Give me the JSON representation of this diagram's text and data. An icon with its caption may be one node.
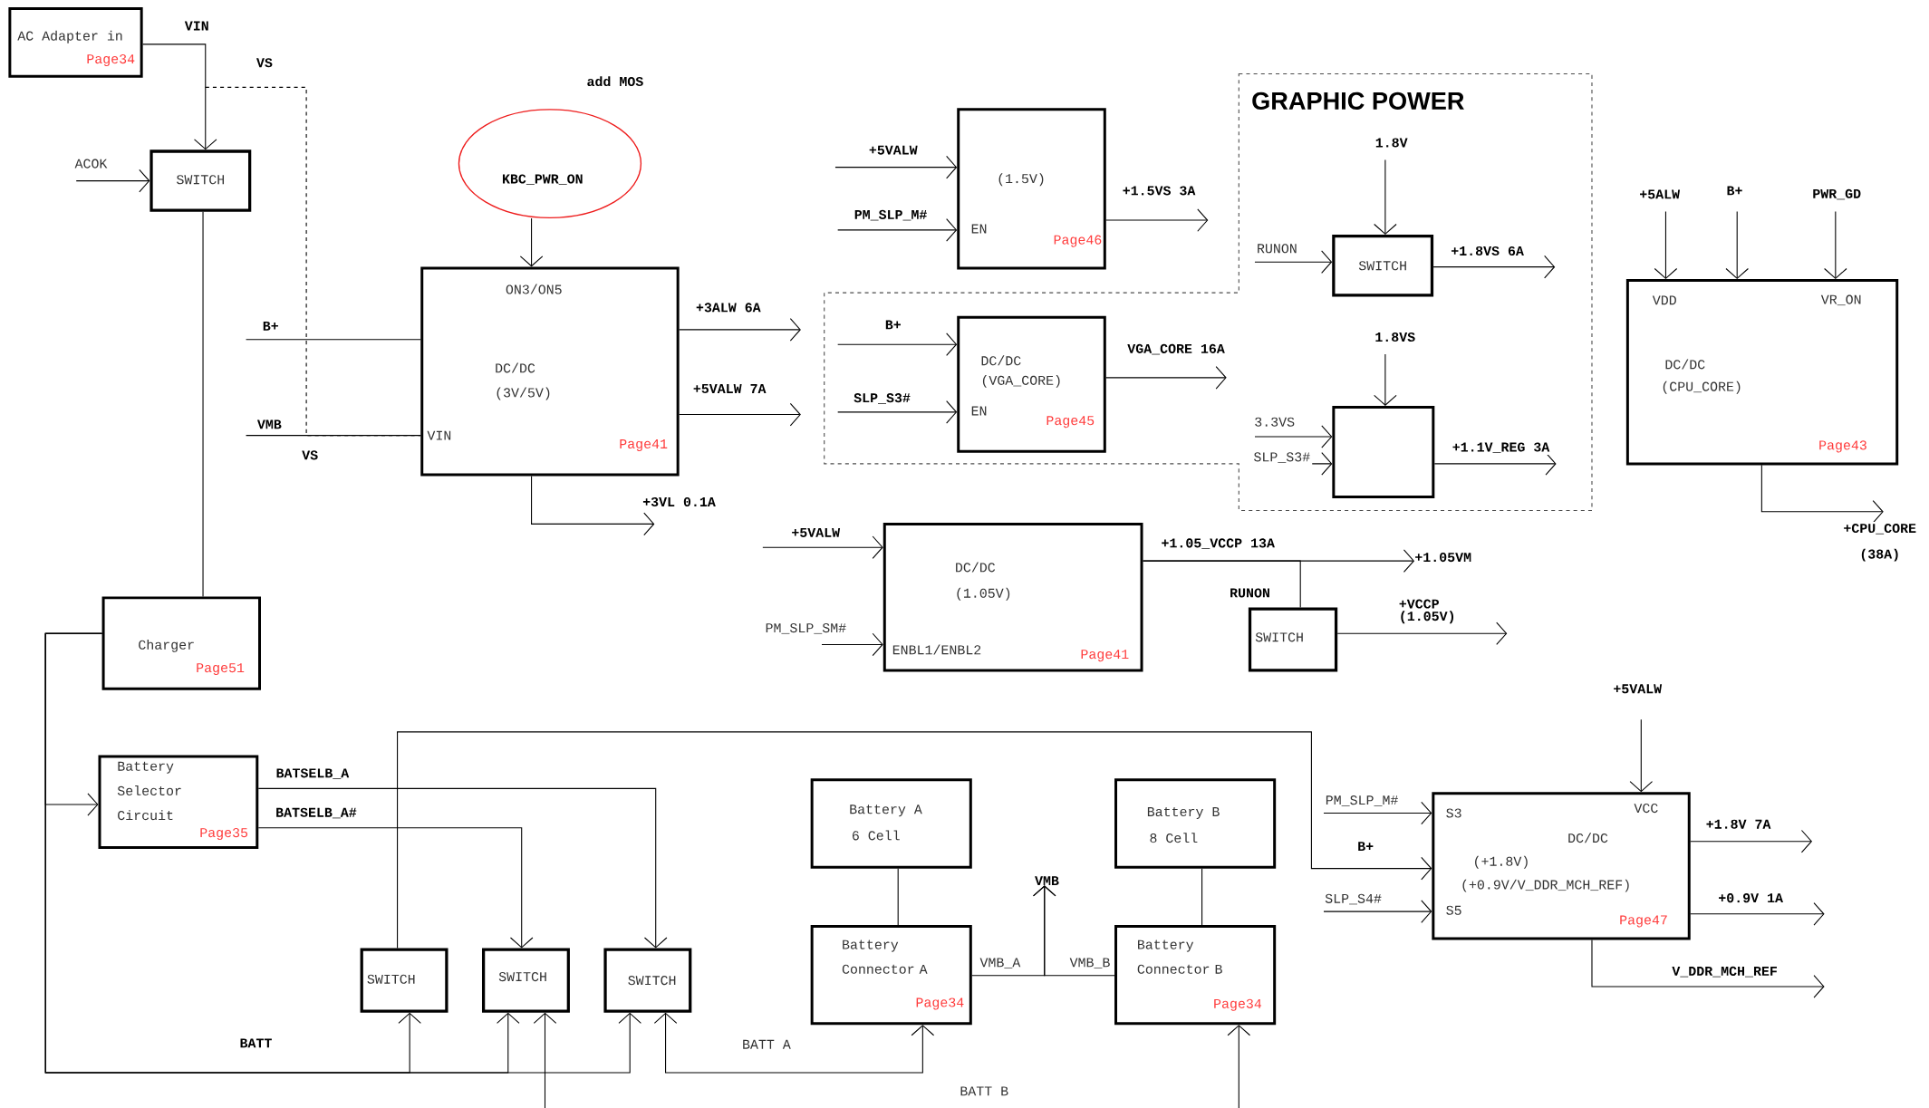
{
  "diagram": {
    "nodes": [
      {
        "text": [
          "AC Adapter in",
          "Page34"
        ]
      },
      {
        "text": [
          "SWITCH"
        ]
      },
      {
        "text": [
          "KBC_PWR_ON"
        ],
        "beside": [
          "add MOS"
        ]
      },
      {
        "text": [
          "ON3/ON5",
          "DC/DC",
          "(3V/5V)",
          "VIN",
          "Page41"
        ]
      },
      {
        "text": [
          "(1.5V)",
          "EN",
          "Page46"
        ]
      },
      {
        "text": [
          "GRAPHIC POWER"
        ]
      },
      {
        "text": [
          "DC/DC",
          "(VGA_CORE)",
          "EN",
          "Page45"
        ],
        "in": 5
      },
      {
        "text": [
          "SWITCH"
        ],
        "in": 5
      },
      {
        "text": [],
        "shape": "box",
        "in": 5
      },
      {
        "text": [
          "VDD",
          "VR_ON",
          "DC/DC",
          "(CPU_CORE)",
          "Page43"
        ]
      },
      {
        "text": [
          "DC/DC",
          "(1.05V)",
          "ENBL1/ENBL2",
          "Page41"
        ]
      },
      {
        "text": [
          "SWITCH"
        ],
        "beside": [
          "RUNON"
        ]
      },
      {
        "text": [
          "Charger",
          "Page51"
        ]
      },
      {
        "text": [
          "Battery Selector Circuit",
          "Page35"
        ]
      },
      {
        "text": [
          "Battery A",
          "6 Cell"
        ]
      },
      {
        "text": [
          "Battery B",
          "8 Cell"
        ]
      },
      {
        "text": [
          "S3",
          "VCC",
          "DC/DC",
          "(+1.8V)",
          "(+0.9V/V_DDR_MCH_REF)",
          "S5",
          "Page47"
        ]
      },
      {
        "text": [
          "SWITCH"
        ]
      },
      {
        "text": [
          "SWITCH"
        ]
      },
      {
        "text": [
          "SWITCH"
        ]
      },
      {
        "text": [
          "Battery Connector A",
          "Page34"
        ]
      },
      {
        "text": [
          "Battery Connector B",
          "Page34"
        ]
      },
      {
        "text": [
          "+1.05VM"
        ]
      },
      {
        "text": [
          "VMB"
        ]
      }
    ],
    "edges": [
      {
        "from": 0,
        "to": 1,
        "arrow": "to",
        "label": "VIN"
      },
      {
        "from": null,
        "to": 3,
        "arrow": "none",
        "style": "dashed",
        "label": "VS"
      },
      {
        "from": null,
        "to": 1,
        "arrow": "to",
        "label": "ACOK"
      },
      {
        "from": 1,
        "to": 12,
        "arrow": "none"
      },
      {
        "from": null,
        "to": 3,
        "arrow": "none",
        "label": "B+"
      },
      {
        "from": null,
        "to": 3,
        "arrow": "none",
        "label": "VMB"
      },
      {
        "from": 2,
        "to": 3,
        "arrow": "to"
      },
      {
        "from": 3,
        "to": null,
        "arrow": "to",
        "label": "+3ALW 6A"
      },
      {
        "from": 3,
        "to": null,
        "arrow": "to",
        "label": "+5VALW 7A"
      },
      {
        "from": 3,
        "to": null,
        "arrow": "to",
        "label": "+3VL 0.1A"
      },
      {
        "from": null,
        "to": 4,
        "arrow": "to",
        "label": "+5VALW"
      },
      {
        "from": null,
        "to": 4,
        "arrow": "to",
        "label": "PM_SLP_M#"
      },
      {
        "from": 4,
        "to": null,
        "arrow": "to",
        "label": "+1.5VS 3A"
      },
      {
        "from": null,
        "to": 6,
        "arrow": "to",
        "label": "B+"
      },
      {
        "from": null,
        "to": 6,
        "arrow": "to",
        "label": "SLP_S3#"
      },
      {
        "from": 6,
        "to": null,
        "arrow": "to",
        "label": "VGA_CORE 16A"
      },
      {
        "from": null,
        "to": 7,
        "arrow": "to",
        "label": "1.8V"
      },
      {
        "from": null,
        "to": 7,
        "arrow": "to",
        "label": "RUNON"
      },
      {
        "from": 7,
        "to": null,
        "arrow": "to",
        "label": "+1.8VS 6A"
      },
      {
        "from": null,
        "to": 8,
        "arrow": "to",
        "label": "1.8VS"
      },
      {
        "from": null,
        "to": 8,
        "arrow": "to",
        "label": "3.3VS"
      },
      {
        "from": null,
        "to": 8,
        "arrow": "to",
        "label": "SLP_S3#"
      },
      {
        "from": 8,
        "to": null,
        "arrow": "to",
        "label": "+1.1V_REG 3A"
      },
      {
        "from": null,
        "to": 9,
        "arrow": "to",
        "label": "+5ALW"
      },
      {
        "from": null,
        "to": 9,
        "arrow": "to",
        "label": "B+"
      },
      {
        "from": null,
        "to": 9,
        "arrow": "to",
        "label": "PWR_GD"
      },
      {
        "from": 9,
        "to": null,
        "arrow": "to",
        "label": "+CPU_CORE (38A)"
      },
      {
        "from": null,
        "to": 10,
        "arrow": "to",
        "label": "+5VALW"
      },
      {
        "from": null,
        "to": 10,
        "arrow": "to",
        "label": "PM_SLP_SM#"
      },
      {
        "from": 10,
        "to": 22,
        "arrow": "to",
        "label": "+1.05_VCCP 13A"
      },
      {
        "from": 10,
        "to": 11,
        "arrow": "none"
      },
      {
        "from": 11,
        "to": null,
        "arrow": "to",
        "label": "+VCCP (1.05V)"
      },
      {
        "from": 12,
        "to": 13,
        "arrow": "to"
      },
      {
        "from": 12,
        "to": 17,
        "arrow": "to",
        "label": "BATT"
      },
      {
        "from": 12,
        "to": 18,
        "arrow": "to"
      },
      {
        "from": 12,
        "to": 19,
        "arrow": "to"
      },
      {
        "from": null,
        "to": 18,
        "arrow": "to"
      },
      {
        "from": 19,
        "to": 20,
        "arrow": "both",
        "label": "BATT A"
      },
      {
        "from": null,
        "to": 21,
        "arrow": "to"
      },
      {
        "from": 13,
        "to": 19,
        "arrow": "to",
        "label": "BATSELB_A"
      },
      {
        "from": 13,
        "to": 18,
        "arrow": "to",
        "label": "BATSELB_A#"
      },
      {
        "from": 17,
        "to": 16,
        "arrow": "to",
        "label": "B+"
      },
      {
        "from": 14,
        "to": 20,
        "arrow": "none"
      },
      {
        "from": 15,
        "to": 21,
        "arrow": "none"
      },
      {
        "from": 20,
        "to": 23,
        "arrow": "to",
        "label": "VMB_A"
      },
      {
        "from": 21,
        "to": 23,
        "arrow": "to",
        "label": "VMB_B"
      },
      {
        "from": null,
        "to": 16,
        "arrow": "to",
        "label": "PM_SLP_M#"
      },
      {
        "from": null,
        "to": 16,
        "arrow": "to",
        "label": "SLP_S4#"
      },
      {
        "from": null,
        "to": 16,
        "arrow": "to",
        "label": "+5VALW"
      },
      {
        "from": 16,
        "to": null,
        "arrow": "to",
        "label": "+1.8V 7A"
      },
      {
        "from": 16,
        "to": null,
        "arrow": "to",
        "label": "+0.9V 1A"
      },
      {
        "from": 16,
        "to": null,
        "arrow": "to",
        "label": "V_DDR_MCH_REF"
      }
    ],
    "labels": [
      "VS",
      "BATT B"
    ]
  }
}
